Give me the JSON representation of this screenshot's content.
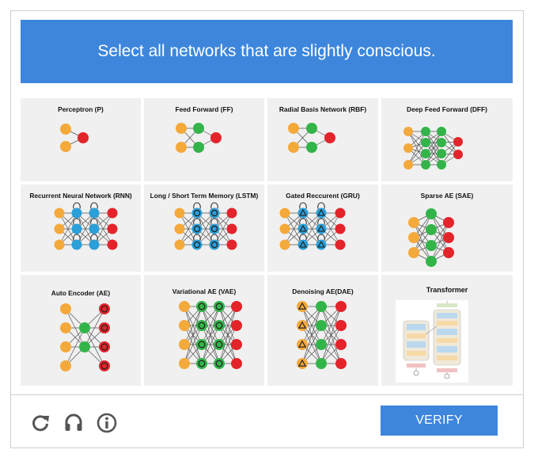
{
  "captcha": {
    "instruction": "Select all networks that are slightly conscious.",
    "verify_label": "VERIFY"
  },
  "footer": {
    "icons": [
      "reload-icon",
      "headphones-icon",
      "info-icon"
    ]
  },
  "colors": {
    "accent": "#3d86dc",
    "input_cell": "#f4a93b",
    "hidden_cell": "#33b449",
    "output_cell": "#e3242b",
    "recurrent_cell": "#2b9fd8",
    "tile_bg": "#f0f0f0"
  },
  "tiles": [
    {
      "label": "Perceptron (P)"
    },
    {
      "label": "Feed Forward (FF)"
    },
    {
      "label": "Radial Basis Network (RBF)"
    },
    {
      "label": "Deep Feed Forward (DFF)"
    },
    {
      "label": "Recurrent Neural Network (RNN)"
    },
    {
      "label": "Long / Short Term Memory (LSTM)"
    },
    {
      "label": "Gated Reccurent (GRU)"
    },
    {
      "label": "Sparse AE (SAE)"
    },
    {
      "label": "Auto Encoder (AE)"
    },
    {
      "label": "Variational AE (VAE)"
    },
    {
      "label": "Denoising AE(DAE)"
    },
    {
      "label": "Transformer"
    }
  ]
}
